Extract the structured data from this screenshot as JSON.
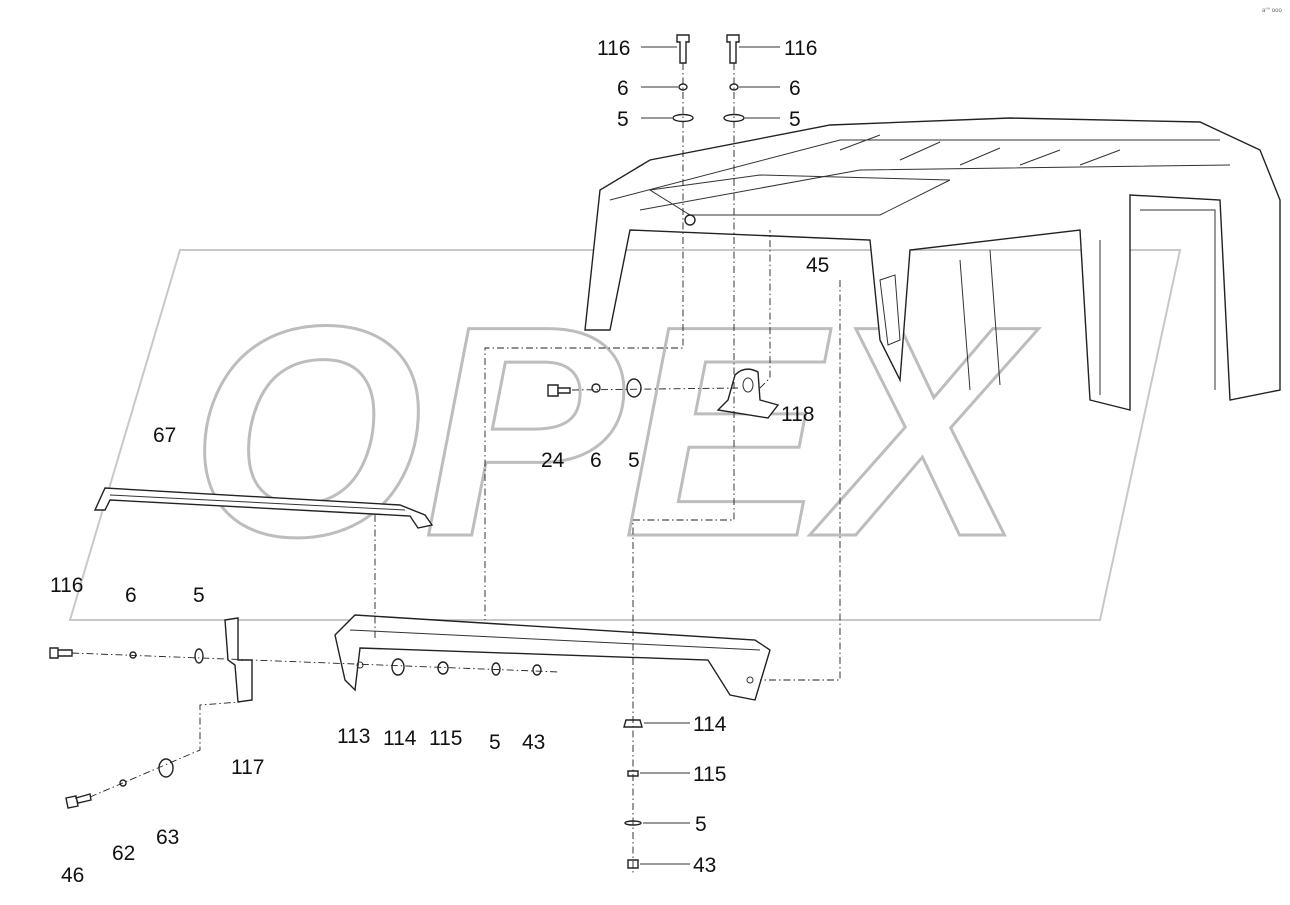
{
  "watermark": "OPEX",
  "corner_mark": "a°° ooo",
  "callouts": {
    "c116a": "116",
    "c116b": "116",
    "c6a": "6",
    "c6b": "6",
    "c5a": "5",
    "c5b": "5",
    "c45": "45",
    "c118": "118",
    "c24": "24",
    "c6c": "6",
    "c5c": "5",
    "c67": "67",
    "c116c": "116",
    "c6d": "6",
    "c5d": "5",
    "c113": "113",
    "c114a": "114",
    "c115a": "115",
    "c5e": "5",
    "c43a": "43",
    "c117": "117",
    "c114b": "114",
    "c115b": "115",
    "c5f": "5",
    "c43b": "43",
    "c46": "46",
    "c62": "62",
    "c63": "63"
  }
}
